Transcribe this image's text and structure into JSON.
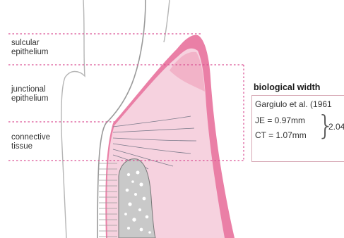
{
  "labels": {
    "sulcular": [
      "sulcular",
      "epithelium"
    ],
    "junctional": [
      "junctional",
      "epithelium"
    ],
    "connective": [
      "connective",
      "tissue"
    ]
  },
  "biological_width": {
    "title": "biological width",
    "citation": "Gargiulo et al. (1961",
    "je": "JE = 0.97mm",
    "ct": "CT = 1.07mm",
    "total": "2.04"
  },
  "colors": {
    "gingiva_light": "#f7d5e0",
    "gingiva_mid": "#f2b3c8",
    "gingiva_dark": "#ea7fa6",
    "bone": "#c8c8c8",
    "tooth_outline": "#a8a8a8",
    "dotted_line": "#d94e92"
  }
}
